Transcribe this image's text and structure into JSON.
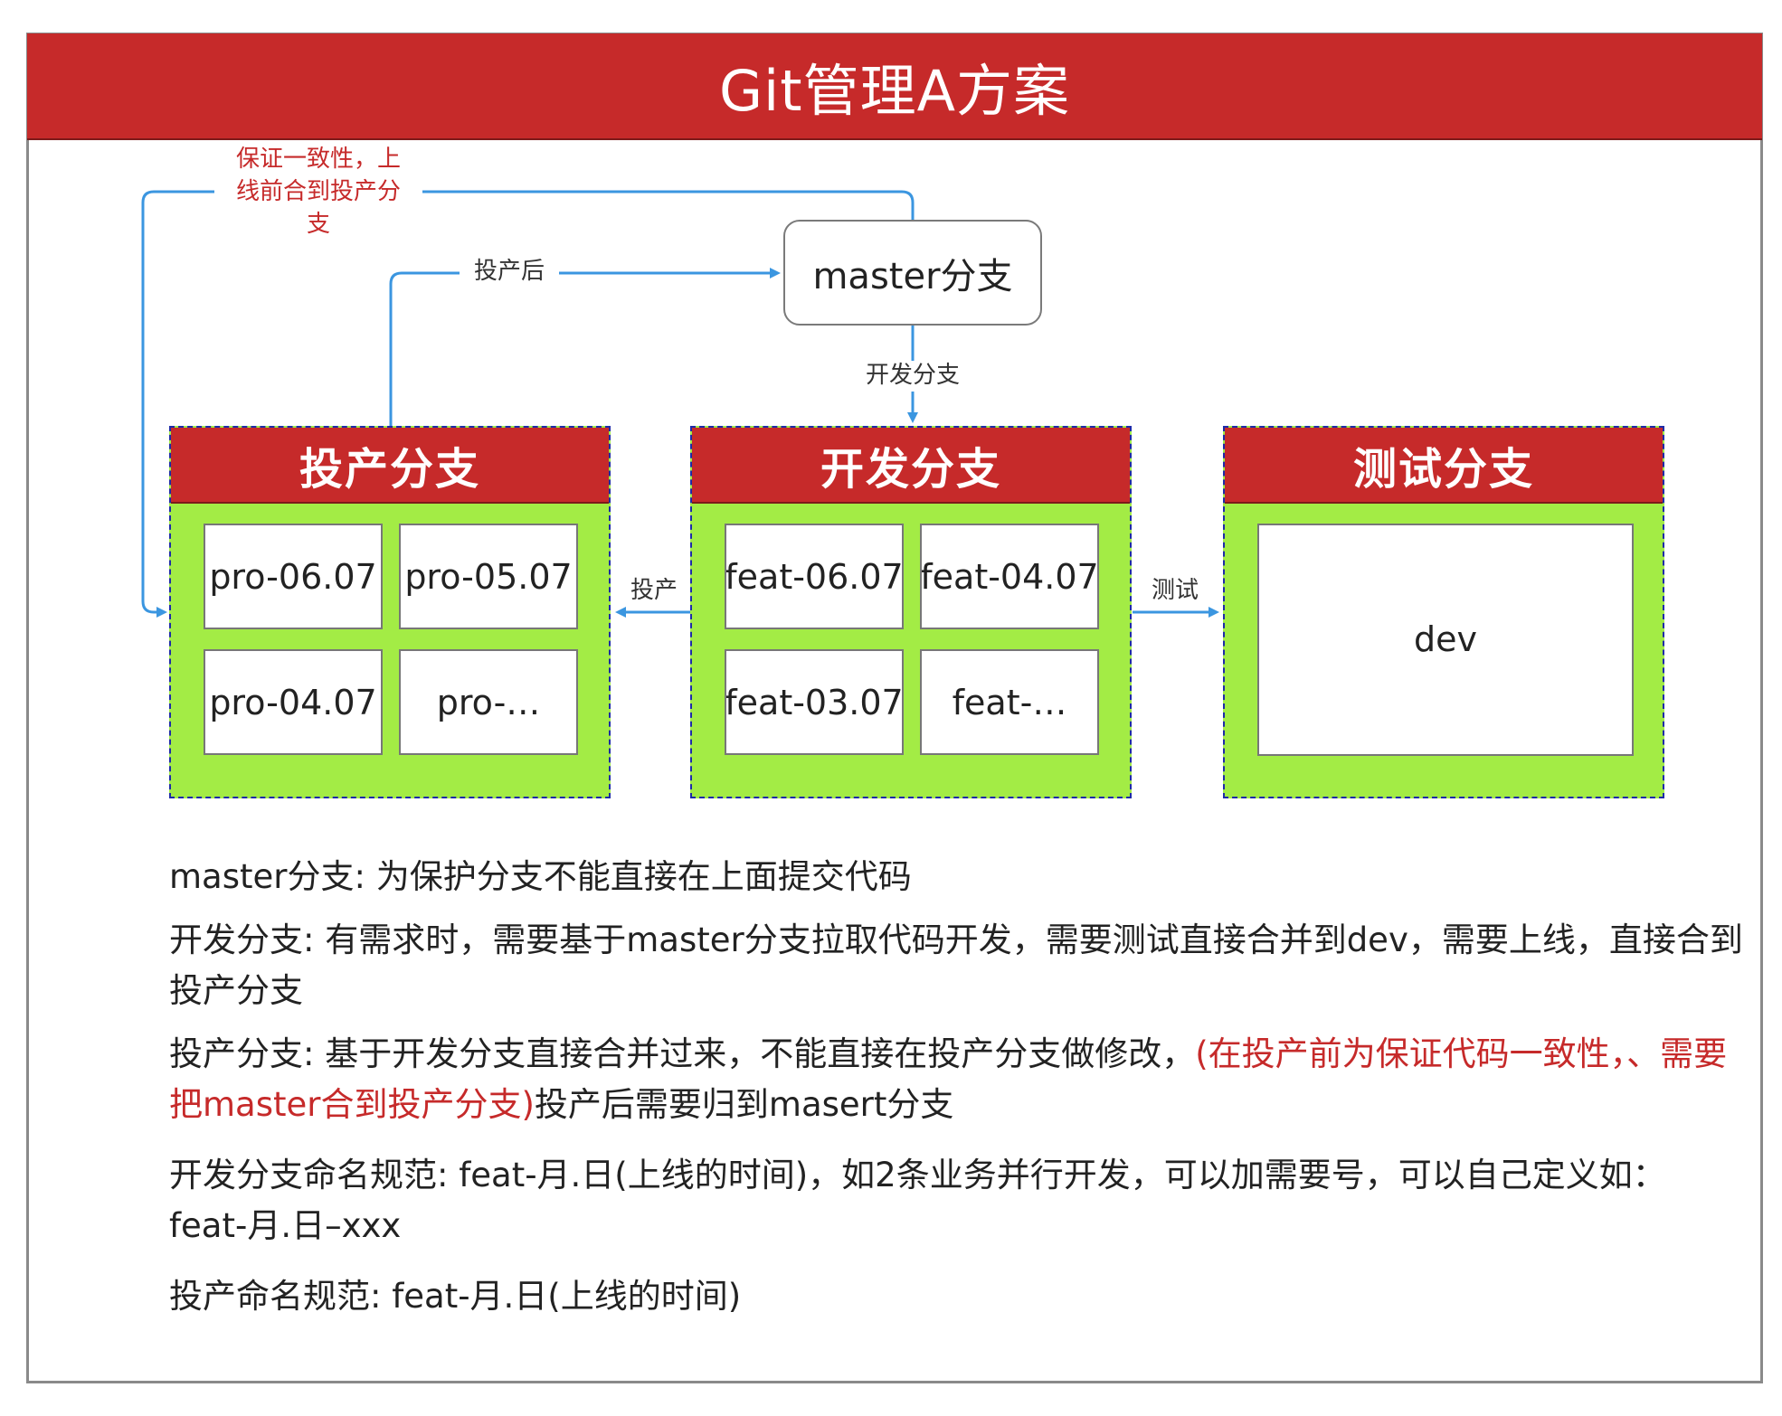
{
  "title": "Git管理A方案",
  "colors": {
    "header_red": "#c62a2a",
    "group_green": "#a3ec45",
    "arrow_blue": "#3b96e0",
    "dash_blue": "#1e2aa8"
  },
  "master": {
    "label": "master分支"
  },
  "edges": {
    "sync_label": [
      "保证一致性，上",
      "线前合到投产分",
      "支"
    ],
    "after_release": "投产后",
    "develop": "开发分支",
    "release": "投产",
    "test": "测试"
  },
  "groups": [
    {
      "title": "投产分支",
      "items": [
        "pro-06.07",
        "pro-05.07",
        "pro-04.07",
        "pro-…"
      ]
    },
    {
      "title": "开发分支",
      "items": [
        "feat-06.07",
        "feat-04.07",
        "feat-03.07",
        "feat-…"
      ]
    },
    {
      "title": "测试分支",
      "items": [
        "dev"
      ]
    }
  ],
  "notes": {
    "master": "master分支: 为保护分支不能直接在上面提交代码",
    "develop": "开发分支: 有需求时，需要基于master分支拉取代码开发，需要测试直接合并到dev，需要上线，直接合到投产分支",
    "release_prefix": "投产分支: 基于开发分支直接合并过来，不能直接在投产分支做修改，",
    "release_red": "(在投产前为保证代码一致性，、需要把master合到投产分支)",
    "release_suffix": "投产后需要归到masert分支",
    "dev_naming": "开发分支命名规范: feat-月.日(上线的时间)，如2条业务并行开发，可以加需要号，可以自己定义如：feat-月.日–xxx",
    "release_naming": "投产命名规范: feat-月.日(上线的时间)"
  }
}
